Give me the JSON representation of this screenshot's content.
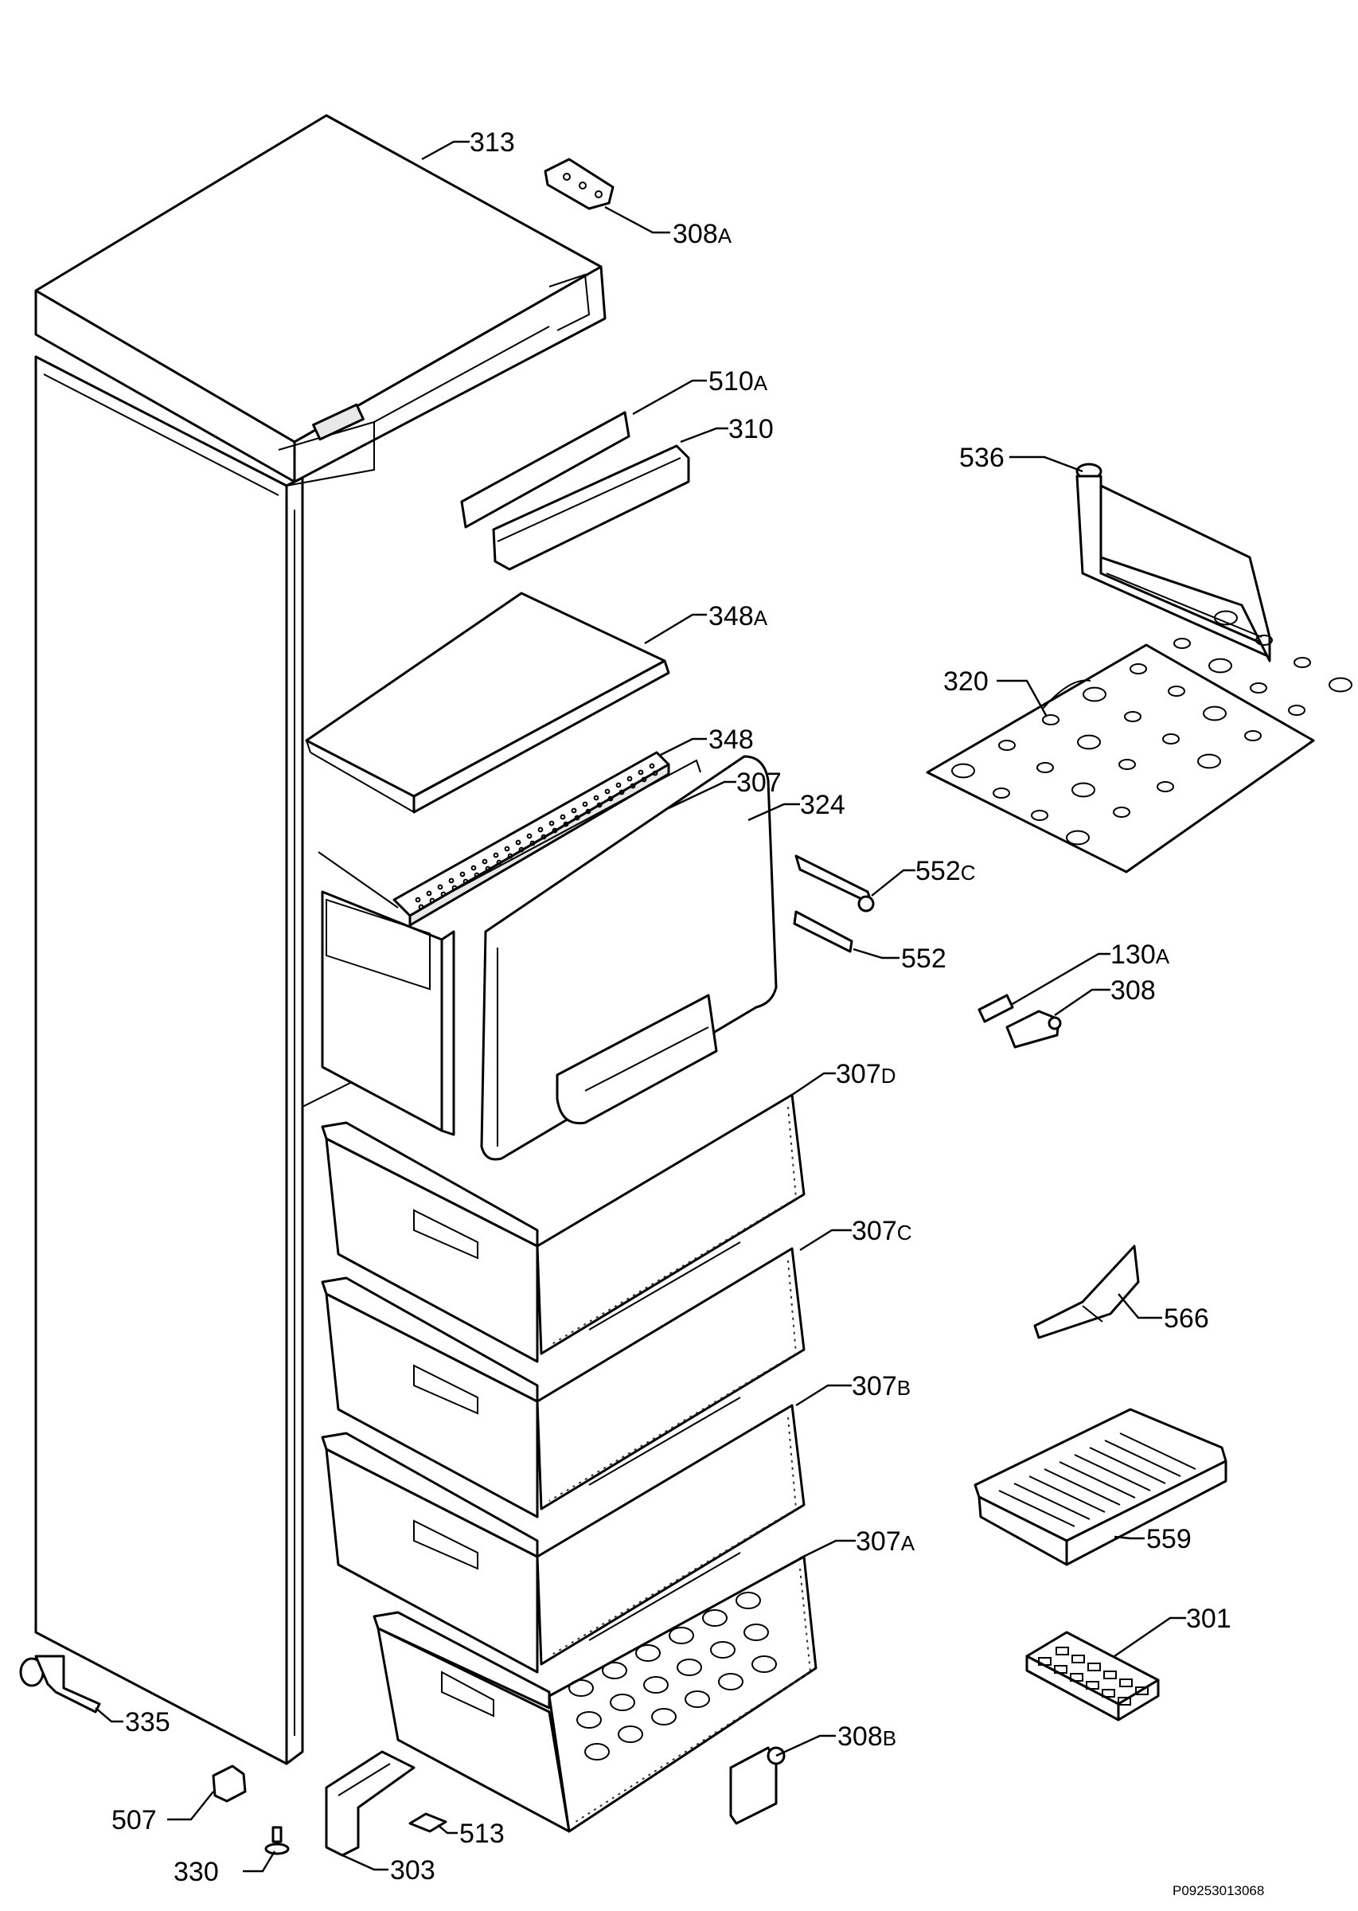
{
  "document_ref": "P09253013068",
  "callouts": [
    {
      "id": "313",
      "num": "313",
      "suffix": ""
    },
    {
      "id": "308a",
      "num": "308",
      "suffix": "A"
    },
    {
      "id": "510a",
      "num": "510",
      "suffix": "A"
    },
    {
      "id": "310",
      "num": "310",
      "suffix": ""
    },
    {
      "id": "536",
      "num": "536",
      "suffix": ""
    },
    {
      "id": "348a",
      "num": "348",
      "suffix": "A"
    },
    {
      "id": "320",
      "num": "320",
      "suffix": ""
    },
    {
      "id": "348",
      "num": "348",
      "suffix": ""
    },
    {
      "id": "307",
      "num": "307",
      "suffix": ""
    },
    {
      "id": "324",
      "num": "324",
      "suffix": ""
    },
    {
      "id": "552c",
      "num": "552",
      "suffix": "C"
    },
    {
      "id": "552",
      "num": "552",
      "suffix": ""
    },
    {
      "id": "130a",
      "num": "130",
      "suffix": "A"
    },
    {
      "id": "308",
      "num": "308",
      "suffix": ""
    },
    {
      "id": "307d",
      "num": "307",
      "suffix": "D"
    },
    {
      "id": "307c",
      "num": "307",
      "suffix": "C"
    },
    {
      "id": "566",
      "num": "566",
      "suffix": ""
    },
    {
      "id": "307b",
      "num": "307",
      "suffix": "B"
    },
    {
      "id": "559",
      "num": "559",
      "suffix": ""
    },
    {
      "id": "307a",
      "num": "307",
      "suffix": "A"
    },
    {
      "id": "301",
      "num": "301",
      "suffix": ""
    },
    {
      "id": "335",
      "num": "335",
      "suffix": ""
    },
    {
      "id": "308b",
      "num": "308",
      "suffix": "B"
    },
    {
      "id": "507",
      "num": "507",
      "suffix": ""
    },
    {
      "id": "513",
      "num": "513",
      "suffix": ""
    },
    {
      "id": "330",
      "num": "330",
      "suffix": ""
    },
    {
      "id": "303",
      "num": "303",
      "suffix": ""
    }
  ]
}
